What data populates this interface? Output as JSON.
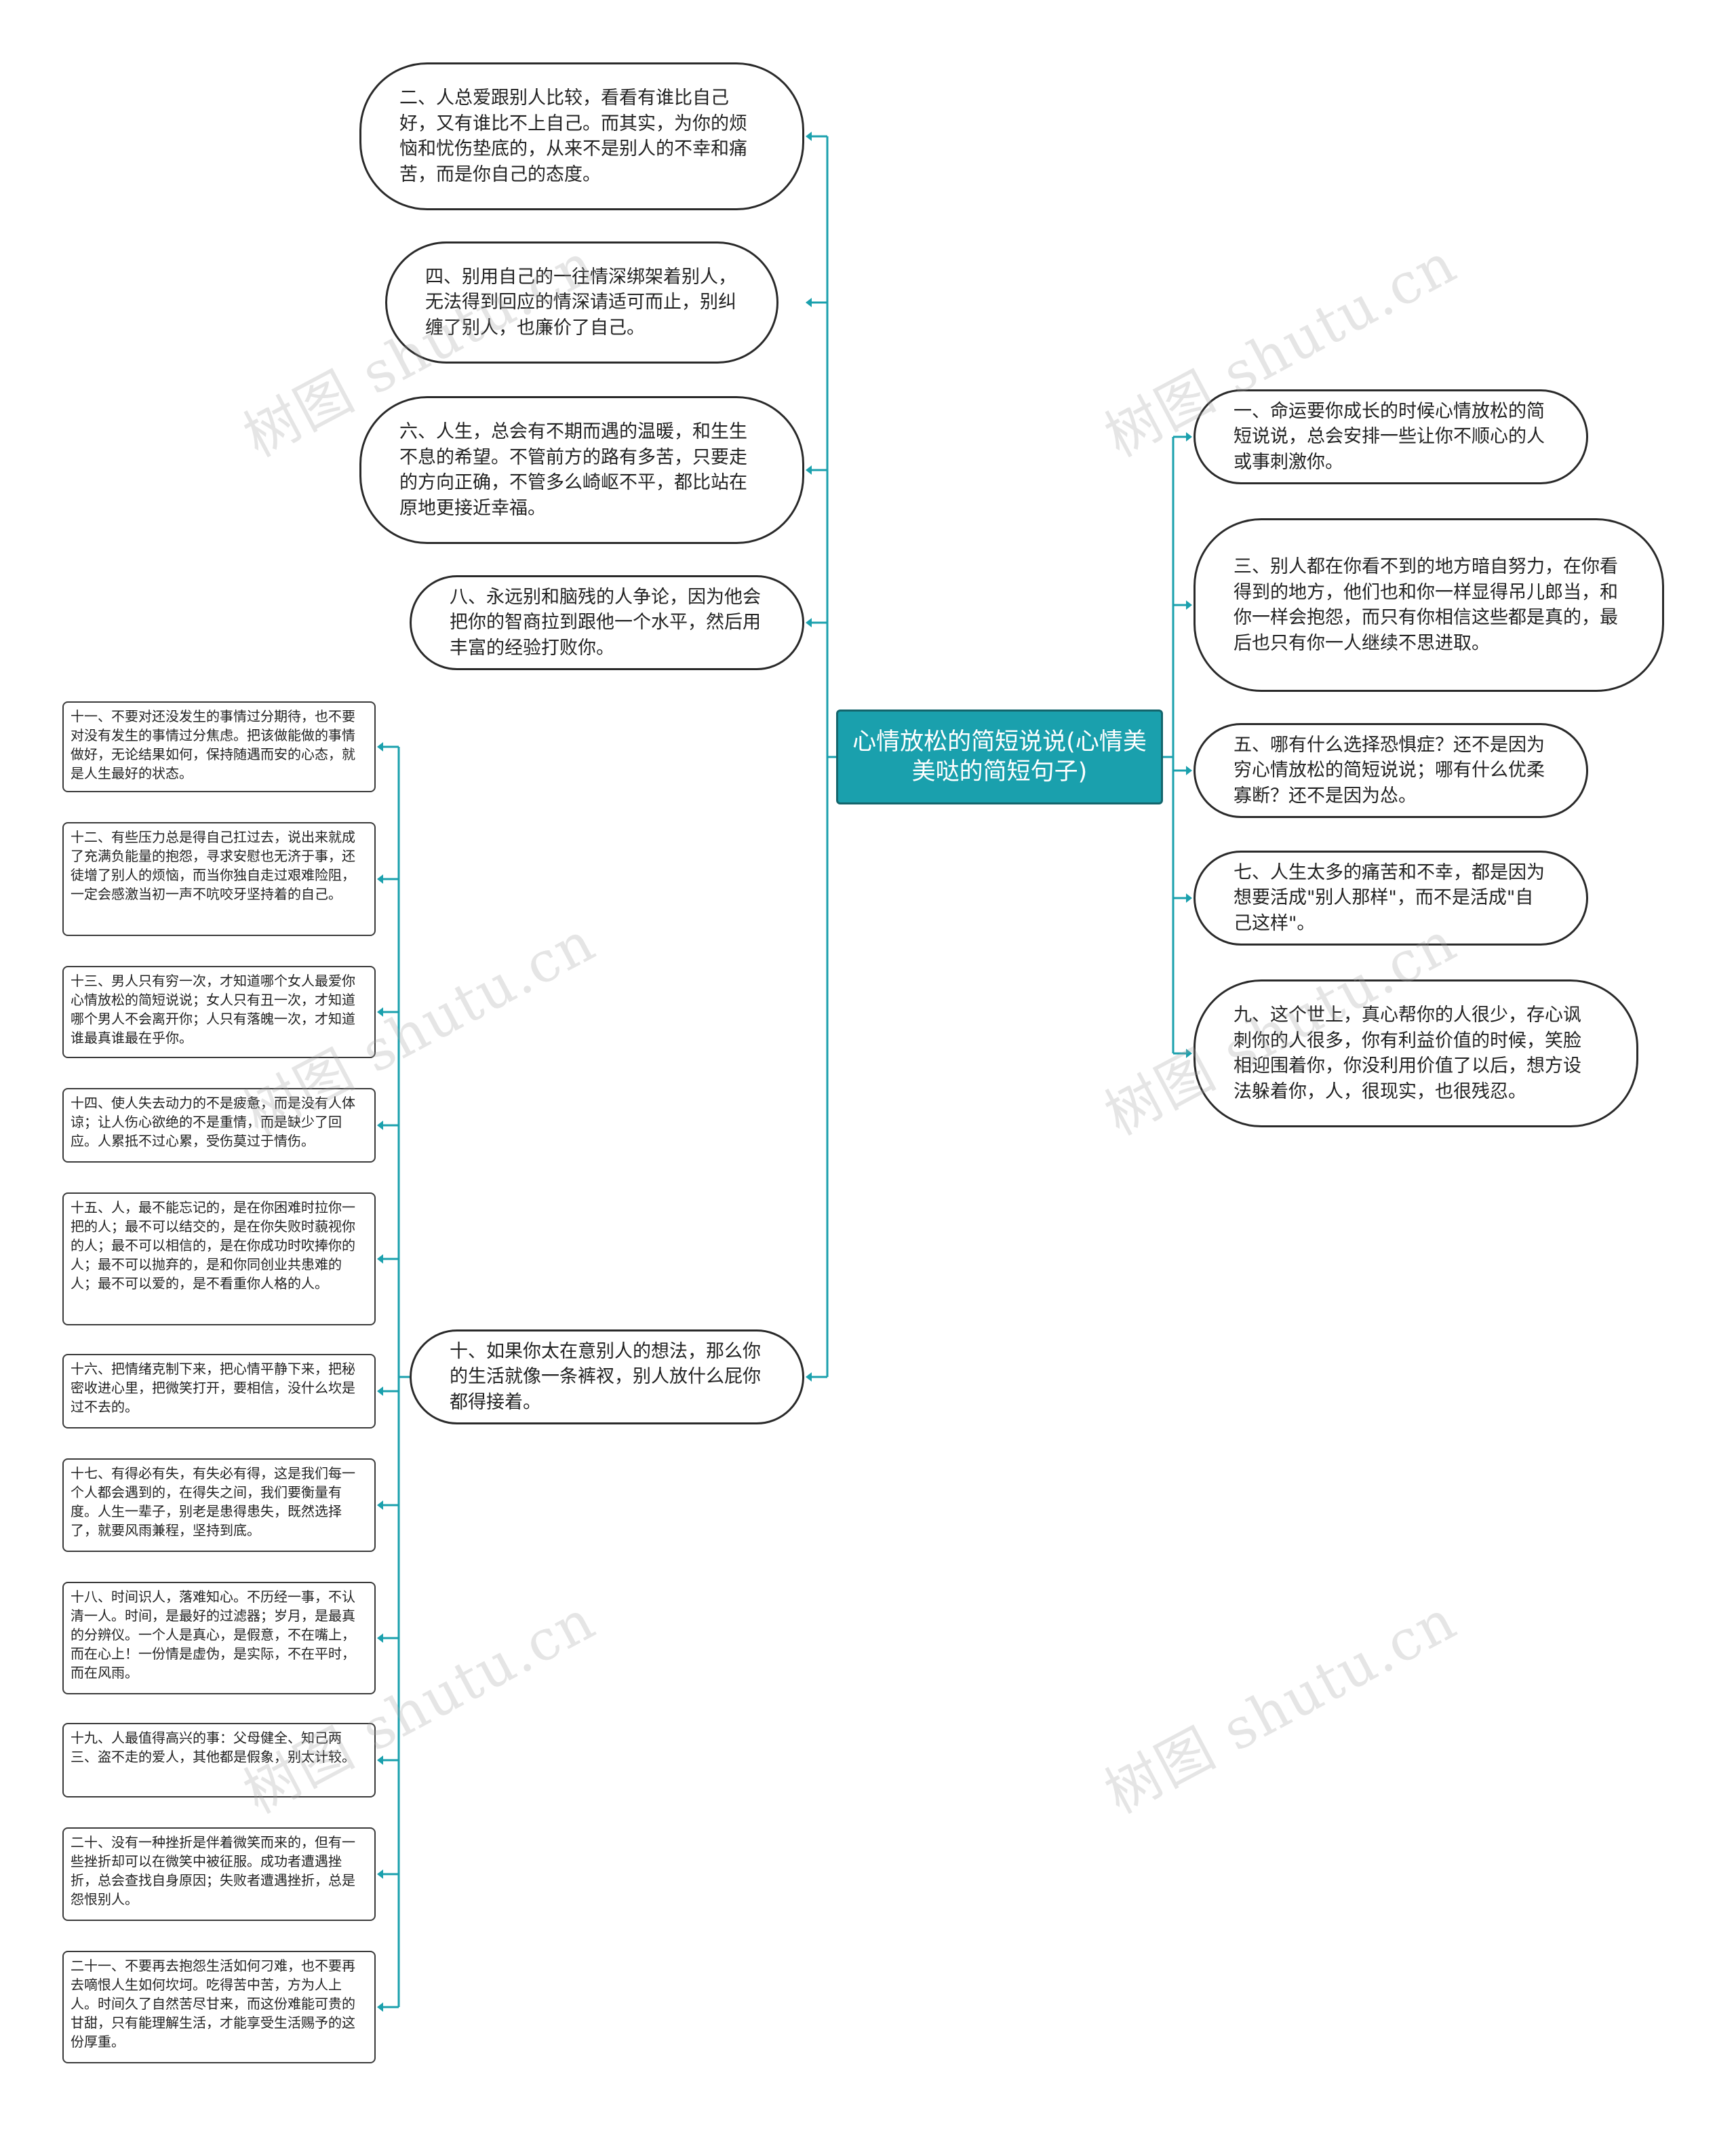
{
  "root": {
    "text": "心情放松的简短说说(心情美美哒的简短句子)"
  },
  "watermark": "树图 shutu.cn",
  "colors": {
    "accent": "#1aa0ad",
    "link": "#1aa0ad",
    "border": "#2a2a2a"
  },
  "left_nodes": [
    {
      "text": "二、人总爱跟别人比较，看看有谁比自己好，又有谁比不上自己。而其实，为你的烦恼和忧伤垫底的，从来不是别人的不幸和痛苦，而是你自己的态度。"
    },
    {
      "text": "四、别用自己的一往情深绑架着别人，无法得到回应的情深请适可而止，别纠缠了别人，也廉价了自己。"
    },
    {
      "text": "六、人生，总会有不期而遇的温暖，和生生不息的希望。不管前方的路有多苦，只要走的方向正确，不管多么崎岖不平，都比站在原地更接近幸福。"
    },
    {
      "text": "八、永远别和脑残的人争论，因为他会把你的智商拉到跟他一个水平，然后用丰富的经验打败你。"
    },
    {
      "text": "十、如果你太在意别人的想法，那么你的生活就像一条裤衩，别人放什么屁你都得接着。"
    }
  ],
  "right_nodes": [
    {
      "text": "一、命运要你成长的时候心情放松的简短说说，总会安排一些让你不顺心的人或事刺激你。"
    },
    {
      "text": "三、别人都在你看不到的地方暗自努力，在你看得到的地方，他们也和你一样显得吊儿郎当，和你一样会抱怨，而只有你相信这些都是真的，最后也只有你一人继续不思进取。"
    },
    {
      "text": "五、哪有什么选择恐惧症？还不是因为穷心情放松的简短说说；哪有什么优柔寡断？还不是因为怂。"
    },
    {
      "text": "七、人生太多的痛苦和不幸，都是因为想要活成\"别人那样\"，而不是活成\"自己这样\"。"
    },
    {
      "text": "九、这个世上，真心帮你的人很少，存心讽刺你的人很多，你有利益价值的时候，笑脸相迎围着你，你没利用价值了以后，想方设法躲着你，人，很现实，也很残忍。"
    }
  ],
  "child_nodes": [
    {
      "text": "十一、不要对还没发生的事情过分期待，也不要对没有发生的事情过分焦虑。把该做能做的事情做好，无论结果如何，保持随遇而安的心态，就是人生最好的状态。"
    },
    {
      "text": "十二、有些压力总是得自己扛过去，说出来就成了充满负能量的抱怨，寻求安慰也无济于事，还徒增了别人的烦恼，而当你独自走过艰难险阻，一定会感激当初一声不吭咬牙坚持着的自己。"
    },
    {
      "text": "十三、男人只有穷一次，才知道哪个女人最爱你心情放松的简短说说；女人只有丑一次，才知道哪个男人不会离开你；人只有落魄一次，才知道谁最真谁最在乎你。"
    },
    {
      "text": "十四、使人失去动力的不是疲惫，而是没有人体谅；让人伤心欲绝的不是重情，而是缺少了回应。人累抵不过心累，受伤莫过于情伤。"
    },
    {
      "text": "十五、人，最不能忘记的，是在你困难时拉你一把的人；最不可以结交的，是在你失败时藐视你的人；最不可以相信的，是在你成功时吹捧你的人；最不可以抛弃的，是和你同创业共患难的人；最不可以爱的，是不看重你人格的人。"
    },
    {
      "text": "十六、把情绪克制下来，把心情平静下来，把秘密收进心里，把微笑打开，要相信，没什么坎是过不去的。"
    },
    {
      "text": "十七、有得必有失，有失必有得，这是我们每一个人都会遇到的，在得失之间，我们要衡量有度。人生一辈子，别老是患得患失，既然选择了，就要风雨兼程，坚持到底。"
    },
    {
      "text": "十八、时间识人，落难知心。不历经一事，不认清一人。时间，是最好的过滤器；岁月，是最真的分辨仪。一个人是真心，是假意，不在嘴上，而在心上！一份情是虚伪，是实际，不在平时，而在风雨。"
    },
    {
      "text": "十九、人最值得高兴的事：父母健全、知己两三、盗不走的爱人，其他都是假象，别太计较。"
    },
    {
      "text": "二十、没有一种挫折是伴着微笑而来的，但有一些挫折却可以在微笑中被征服。成功者遭遇挫折，总会查找自身原因；失败者遭遇挫折，总是怨恨别人。"
    },
    {
      "text": "二十一、不要再去抱怨生活如何刁难，也不要再去嘀恨人生如何坎坷。吃得苦中苦，方为人上人。时间久了自然苦尽甘来，而这份难能可贵的甘甜，只有能理解生活，才能享受生活赐予的这份厚重。"
    }
  ]
}
